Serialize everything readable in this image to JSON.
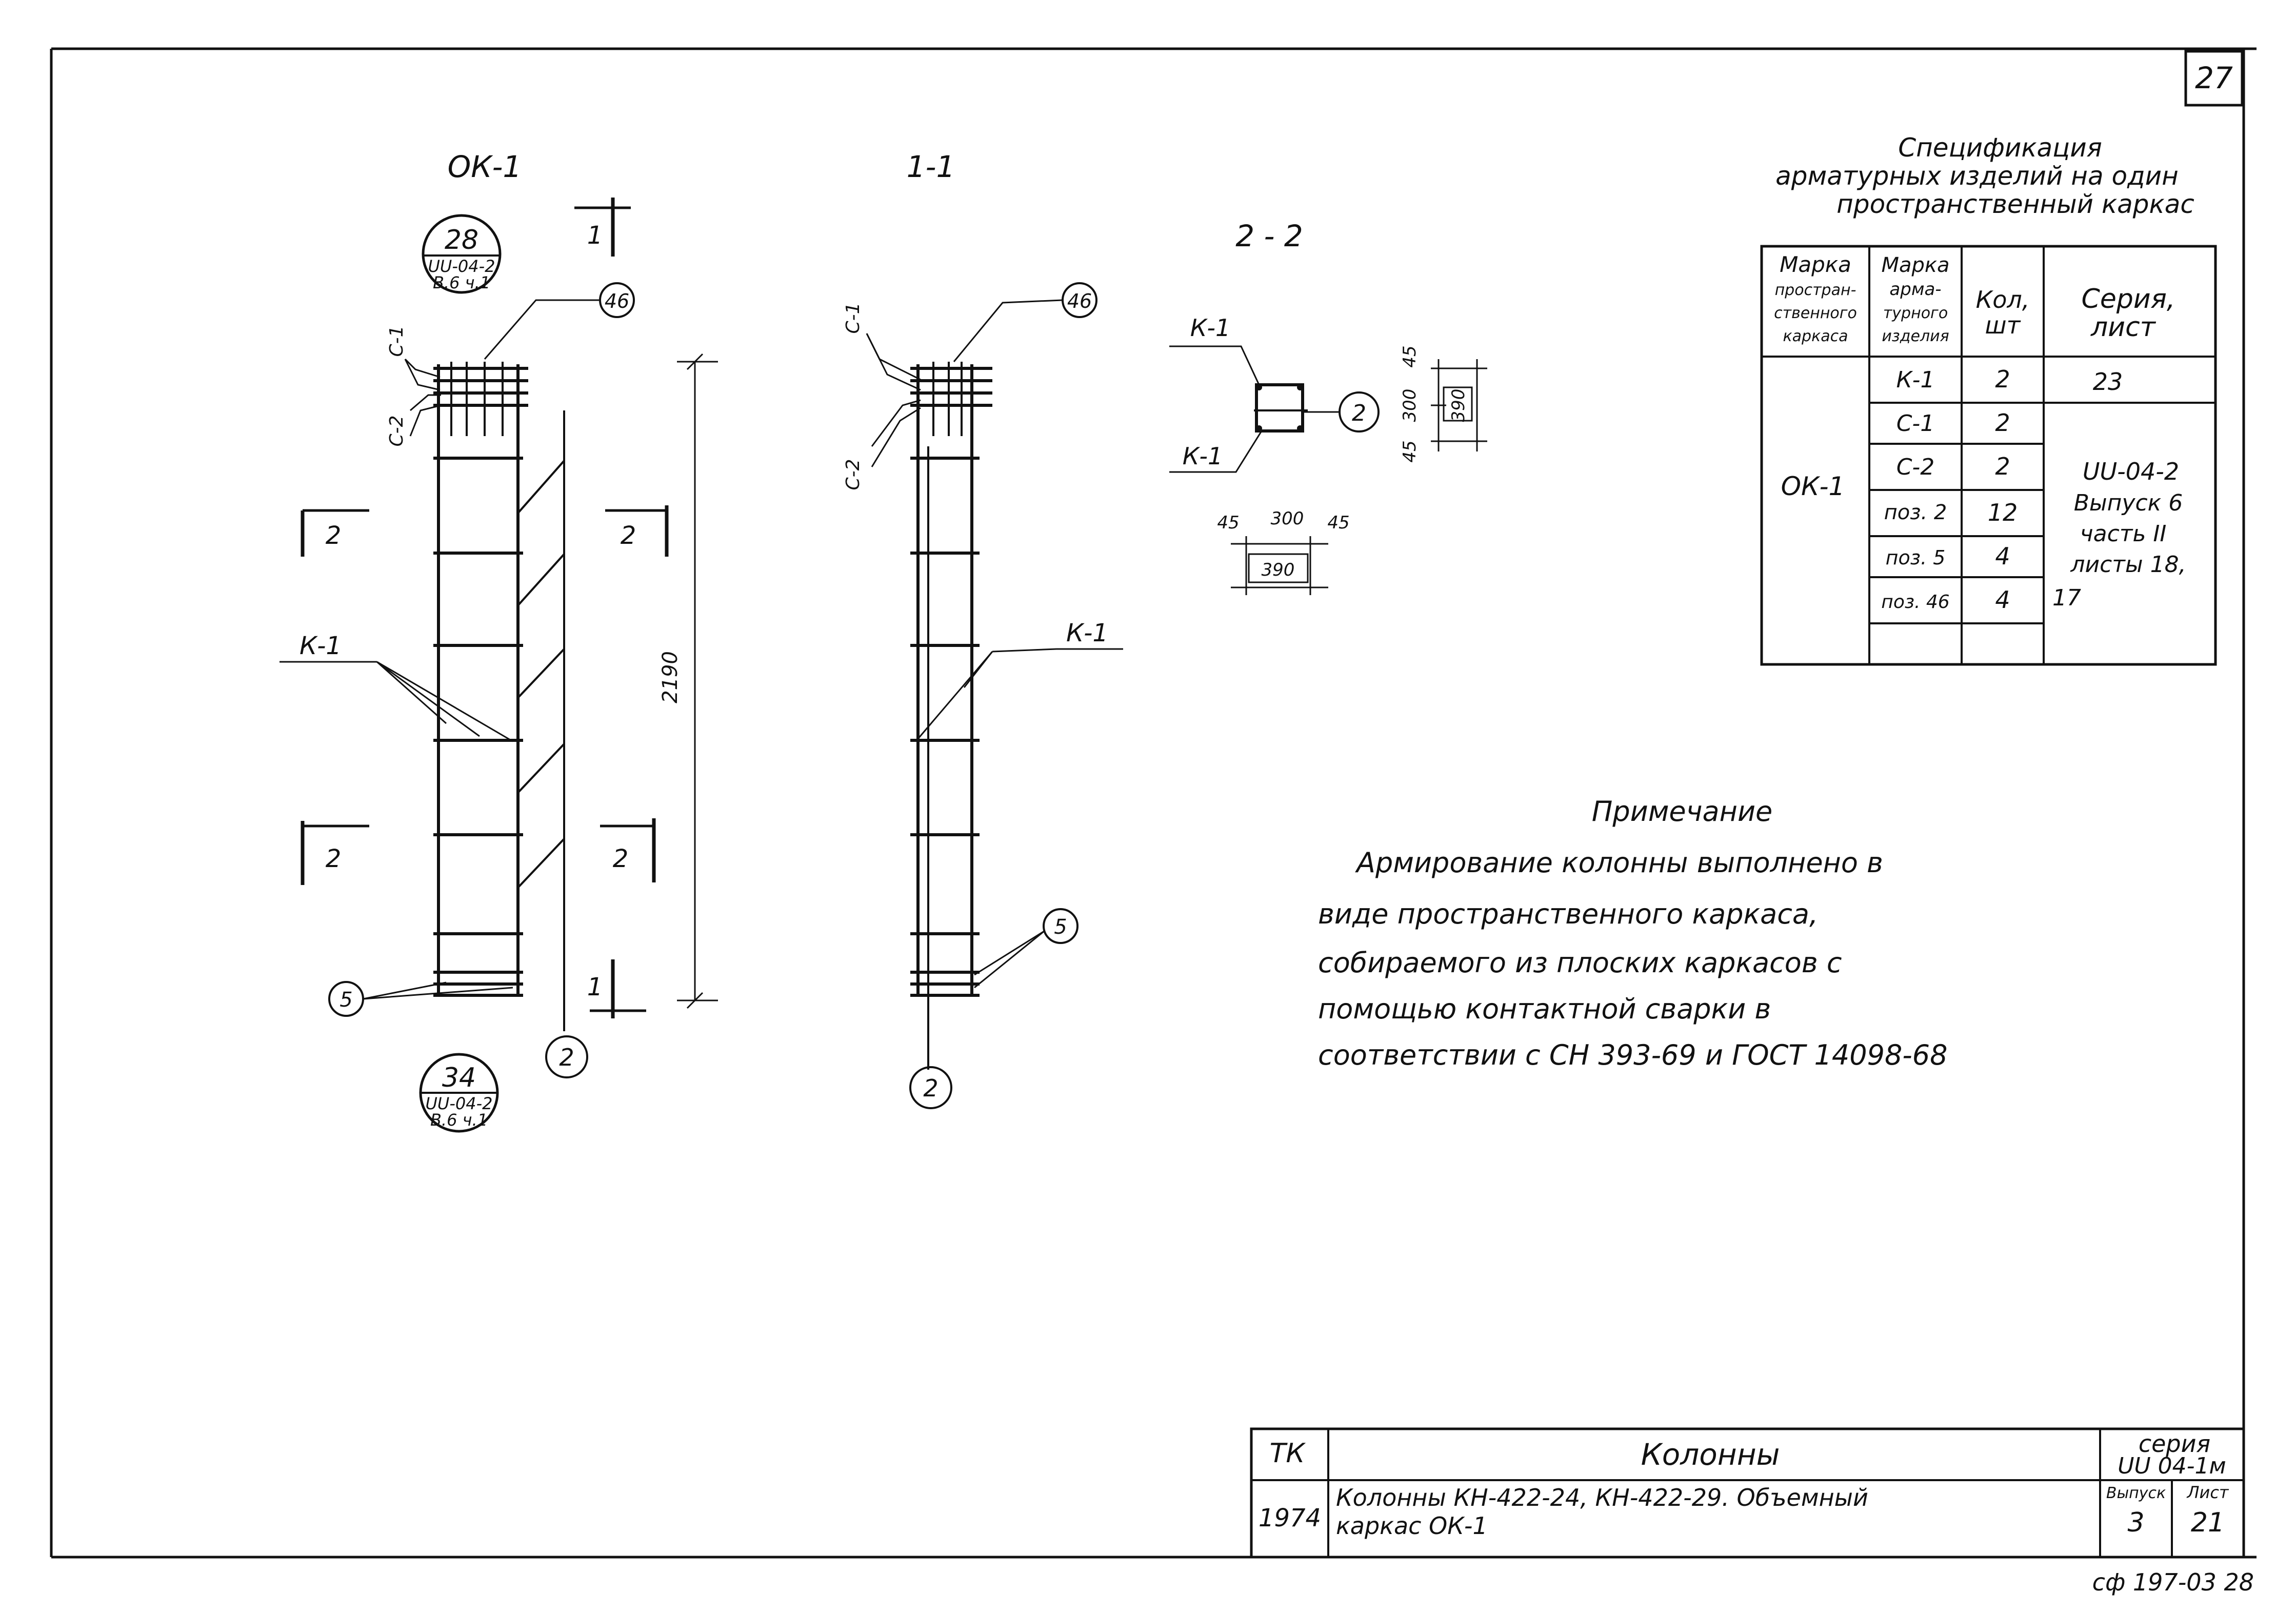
{
  "sheet_number": "27",
  "views": {
    "elevation": {
      "title": "ОК-1"
    },
    "section_1_1": {
      "title": "1-1"
    },
    "section_2_2": {
      "title": "2 - 2"
    }
  },
  "callouts": {
    "top": {
      "number": "28",
      "ref_line1": "UU-04-2",
      "ref_line2": "В.6 ч.1"
    },
    "bottom": {
      "number": "34",
      "ref_line1": "UU-04-2",
      "ref_line2": "В.6 ч.1"
    }
  },
  "labels": {
    "c1": "С-1",
    "c2": "С-2",
    "k1": "К-1",
    "pos46": "46",
    "pos5": "5",
    "pos2": "2",
    "cut1": "1",
    "cut2": "2"
  },
  "dimensions": {
    "height": "2190",
    "side_45": "45",
    "side_300": "300",
    "total_390": "390"
  },
  "specification": {
    "title_line1": "Спецификация",
    "title_line2": "арматурных изделий на один",
    "title_line3": "пространственный каркас",
    "headers": {
      "mark_frame_1": "Марка",
      "mark_frame_2": "простран-",
      "mark_frame_3": "ственного",
      "mark_frame_4": "каркаса",
      "mark_item_1": "Марка",
      "mark_item_2": "арма-",
      "mark_item_3": "турного",
      "mark_item_4": "изделия",
      "qty_1": "Кол,",
      "qty_2": "шт",
      "series_1": "Серия,",
      "series_2": "лист"
    },
    "frame_mark": "ОК-1",
    "rows": [
      {
        "item": "К-1",
        "qty": "2"
      },
      {
        "item": "С-1",
        "qty": "2"
      },
      {
        "item": "С-2",
        "qty": "2"
      },
      {
        "item": "поз. 2",
        "qty": "12"
      },
      {
        "item": "поз. 5",
        "qty": "4"
      },
      {
        "item": "поз. 46",
        "qty": "4"
      }
    ],
    "series_first": "23",
    "series_rest": [
      "UU-04-2",
      "Выпуск 6",
      "часть II",
      "листы 18,",
      "17"
    ]
  },
  "note": {
    "title": "Примечание",
    "lines": [
      "Армирование колонны выполнено в",
      "виде пространственного каркаса,",
      "собираемого из плоских каркасов с",
      "помощью контактной сварки в",
      "соответствии с СН 393-69 и ГОСТ 14098-68"
    ]
  },
  "title_block": {
    "tk": "ТК",
    "year": "1974",
    "section": "Колонны",
    "description_line1": "Колонны КН-422-24, КН-422-29. Объемный",
    "description_line2": "каркас ОК-1",
    "series_label": "серия",
    "series_value": "UU 04-1м",
    "issue_label": "Выпуск",
    "issue_value": "3",
    "sheet_label": "Лист",
    "sheet_value": "21"
  },
  "stamp": "сф 197-03 28"
}
